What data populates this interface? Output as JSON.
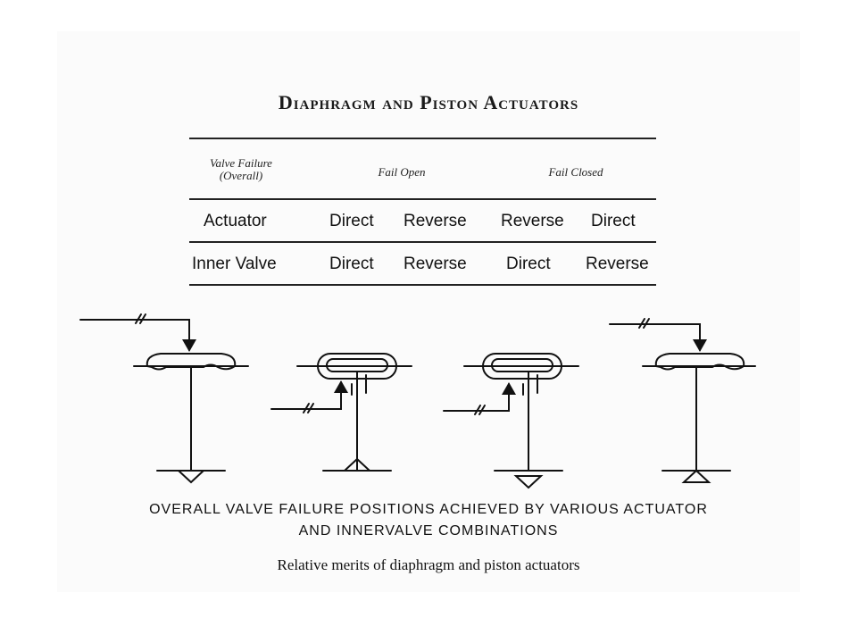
{
  "title": "Diaphragm and Piston Actuators",
  "table": {
    "header": {
      "valve_failure": [
        "Valve Failure",
        "(Overall)"
      ],
      "fail_open": "Fail Open",
      "fail_closed": "Fail Closed"
    },
    "rows": [
      {
        "label": "Actuator",
        "values": [
          "Direct",
          "Reverse",
          "Reverse",
          "Direct"
        ]
      },
      {
        "label": "Inner Valve",
        "values": [
          "Direct",
          "Reverse",
          "Direct",
          "Reverse"
        ]
      }
    ]
  },
  "caption": {
    "line1": "OVERALL  VALVE  FAILURE POSITIONS  ACHIEVED BY  VARIOUS ACTUATOR",
    "line2": "AND INNERVALVE  COMBINATIONS"
  },
  "figure_caption": "Relative merits of diaphragm and piston actuators"
}
